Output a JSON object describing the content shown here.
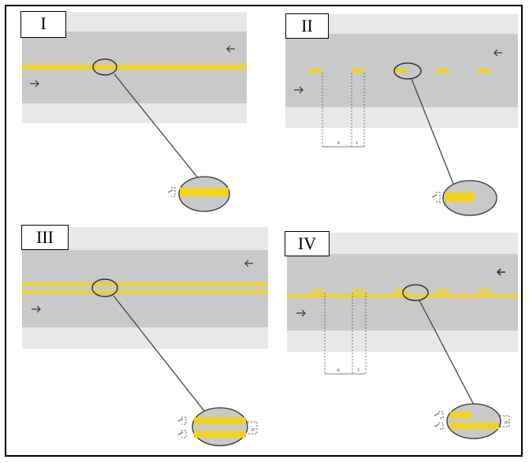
{
  "panels": [
    {
      "id": "I",
      "label": "I"
    },
    {
      "id": "II",
      "label": "II",
      "dims": [
        "e",
        "t"
      ]
    },
    {
      "id": "III",
      "label": "III",
      "dims": [
        "b"
      ]
    },
    {
      "id": "IV",
      "label": "IV",
      "dims": [
        "e",
        "t",
        "b"
      ]
    }
  ],
  "colors": {
    "road_lane": "#c9c9c9",
    "road_shoulder": "#e8e8e8",
    "marking_yellow": "#f2d21b",
    "outline": "#333333"
  }
}
